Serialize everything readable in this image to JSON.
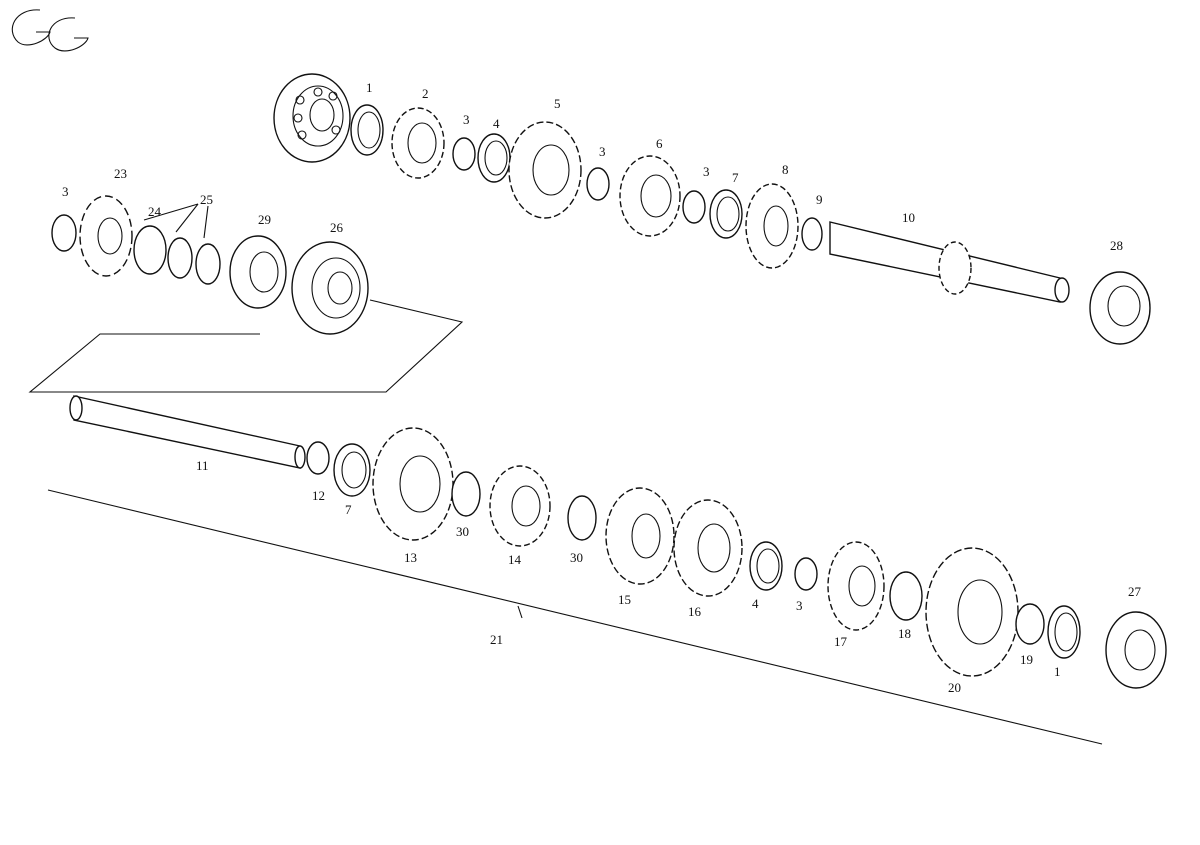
{
  "brand": {
    "logo_text": "GG"
  },
  "diagram": {
    "upper_shaft_labels": [
      "1",
      "2",
      "3",
      "4",
      "5",
      "3",
      "6",
      "3",
      "7",
      "8",
      "9",
      "10",
      "28"
    ],
    "sprocket_group_labels": [
      "3",
      "23",
      "24",
      "25",
      "29",
      "26"
    ],
    "lower_shaft_labels": [
      "11",
      "12",
      "7",
      "13",
      "30",
      "14",
      "30",
      "15",
      "16",
      "4",
      "3",
      "17",
      "18",
      "20",
      "19",
      "1",
      "27",
      "21"
    ]
  }
}
